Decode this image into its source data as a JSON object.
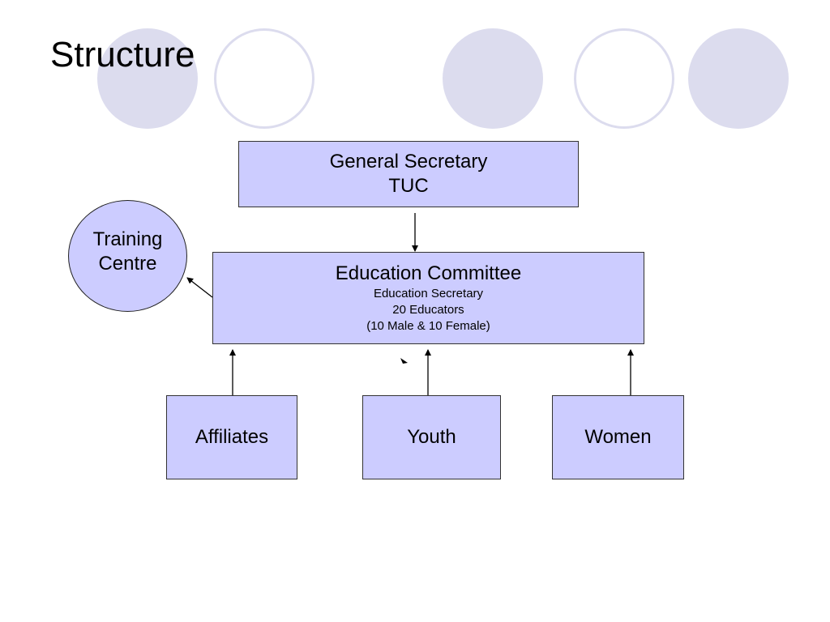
{
  "slide": {
    "title": "Structure"
  },
  "nodes": {
    "general_secretary": {
      "line1": "General Secretary",
      "line2": "TUC"
    },
    "education_committee": {
      "heading": "Education Committee",
      "line1": "Education Secretary",
      "line2": "20 Educators",
      "line3": "(10 Male & 10 Female)"
    },
    "training_centre": {
      "line1": "Training",
      "line2": "Centre"
    },
    "affiliates": {
      "label": "Affiliates"
    },
    "youth": {
      "label": "Youth"
    },
    "women": {
      "label": "Women"
    }
  },
  "colors": {
    "box_fill": "#ccccff",
    "decor_circle": "#dcdcee",
    "line": "#000000"
  }
}
